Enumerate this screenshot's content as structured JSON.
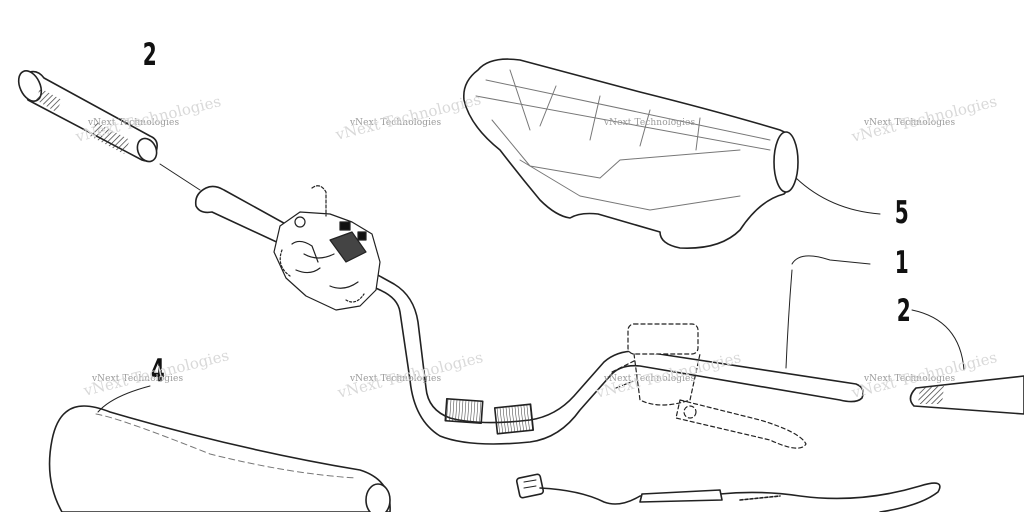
{
  "diagram": {
    "callouts": {
      "c1": "1",
      "c2_top": "2",
      "c2_right": "2",
      "c4": "4",
      "c5": "5"
    },
    "watermark": {
      "text": "vNext Technologies"
    },
    "parts": [
      "handlebar",
      "handlebar-grip",
      "handlebar-pad",
      "hand-guard",
      "throttle-control-switch",
      "brake-master-cylinder",
      "wiring-harness"
    ]
  }
}
